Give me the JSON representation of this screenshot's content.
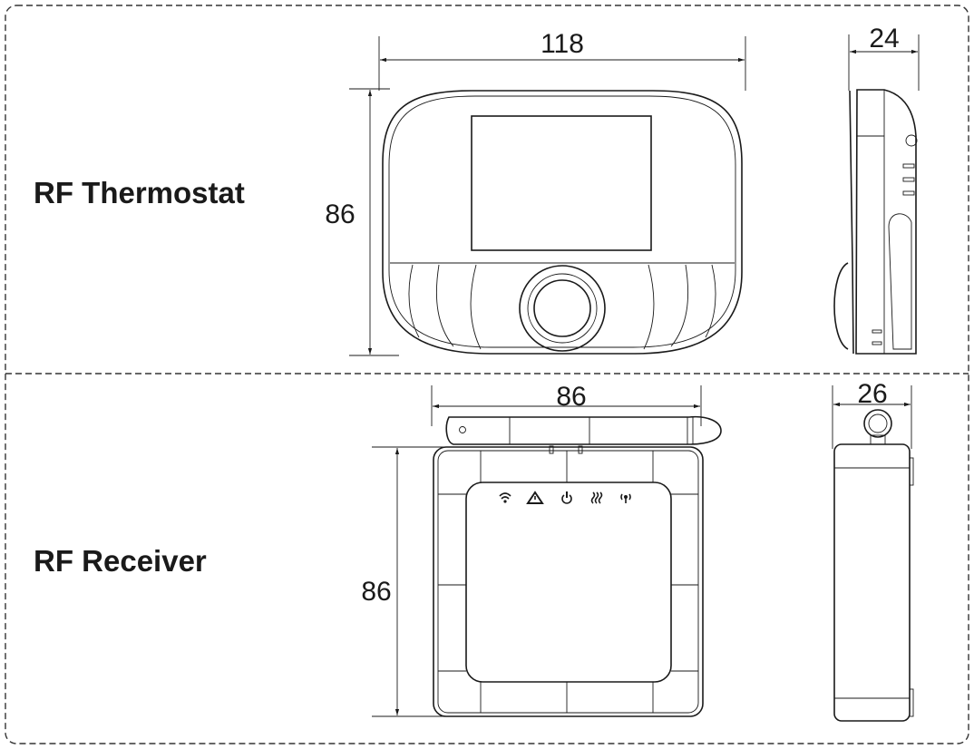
{
  "sections": [
    {
      "label": "RF Thermostat",
      "front_width": "118",
      "front_height": "86",
      "side_depth": "24"
    },
    {
      "label": "RF Receiver",
      "front_width": "86",
      "front_height": "86",
      "side_depth": "26",
      "indicator_icons": [
        "wifi-icon",
        "warning-icon",
        "power-icon",
        "heating-icon",
        "rf-signal-icon"
      ]
    }
  ]
}
